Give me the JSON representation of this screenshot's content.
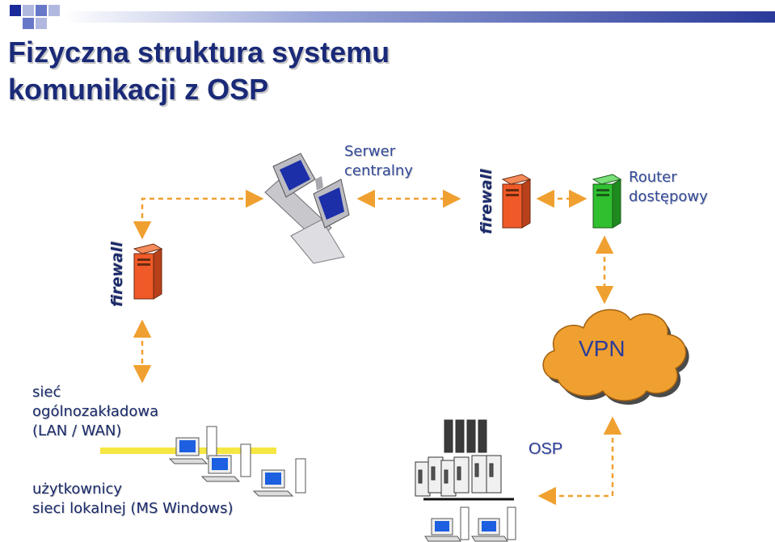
{
  "title": {
    "line1": "Fizyczna struktura systemu",
    "line2": "komunikacji z OSP"
  },
  "labels": {
    "server_line1": "Serwer",
    "server_line2": "centralny",
    "router_line1": "Router",
    "router_line2": "dostępowy",
    "firewall_top": "firewall",
    "firewall_left": "firewall",
    "vpn": "VPN",
    "osp": "OSP",
    "network_line1": "sieć",
    "network_line2": "ogólnozakładowa",
    "network_line3": "(LAN / WAN)",
    "users_line1": "użytkownicy",
    "users_line2": "sieci lokalnej (MS Windows)"
  },
  "colors": {
    "title": "#1a2a78",
    "firewall": "#f05a28",
    "router": "#2fbf2f",
    "arrow": "#f0a030",
    "vpn_cloud": "#f0a030",
    "lan_bus": "#f5e642"
  }
}
